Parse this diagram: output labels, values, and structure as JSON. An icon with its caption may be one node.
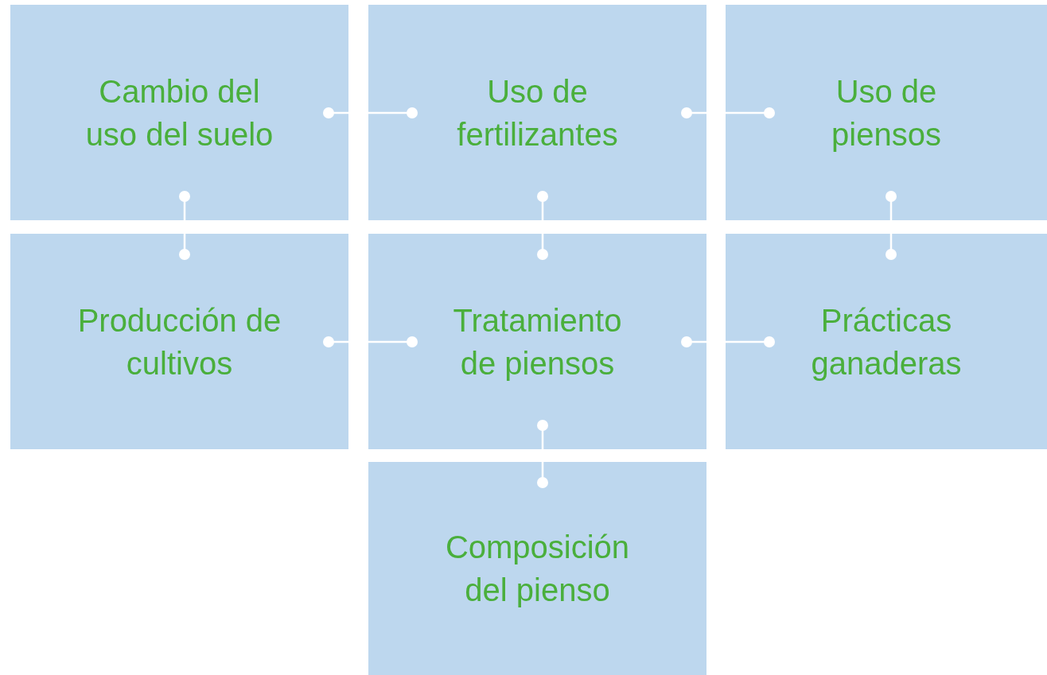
{
  "diagram": {
    "nodes": [
      {
        "text": [
          "Cambio del uso del suelo"
        ]
      },
      {
        "text": [
          "Uso de fertilizantes"
        ]
      },
      {
        "text": [
          "Uso de piensos"
        ]
      },
      {
        "text": [
          "Producción de cultivos"
        ]
      },
      {
        "text": [
          "Tratamiento de piensos"
        ]
      },
      {
        "text": [
          "Prácticas ganaderas"
        ]
      },
      {
        "text": [
          "Composición del pienso"
        ]
      }
    ],
    "edges": [
      {
        "from": 0,
        "to": 1,
        "arrow": "other"
      },
      {
        "from": 1,
        "to": 2,
        "arrow": "other"
      },
      {
        "from": 0,
        "to": 3,
        "arrow": "other"
      },
      {
        "from": 1,
        "to": 4,
        "arrow": "other"
      },
      {
        "from": 2,
        "to": 5,
        "arrow": "other"
      },
      {
        "from": 3,
        "to": 4,
        "arrow": "other"
      },
      {
        "from": 4,
        "to": 5,
        "arrow": "other"
      },
      {
        "from": 4,
        "to": 6,
        "arrow": "other"
      }
    ]
  }
}
